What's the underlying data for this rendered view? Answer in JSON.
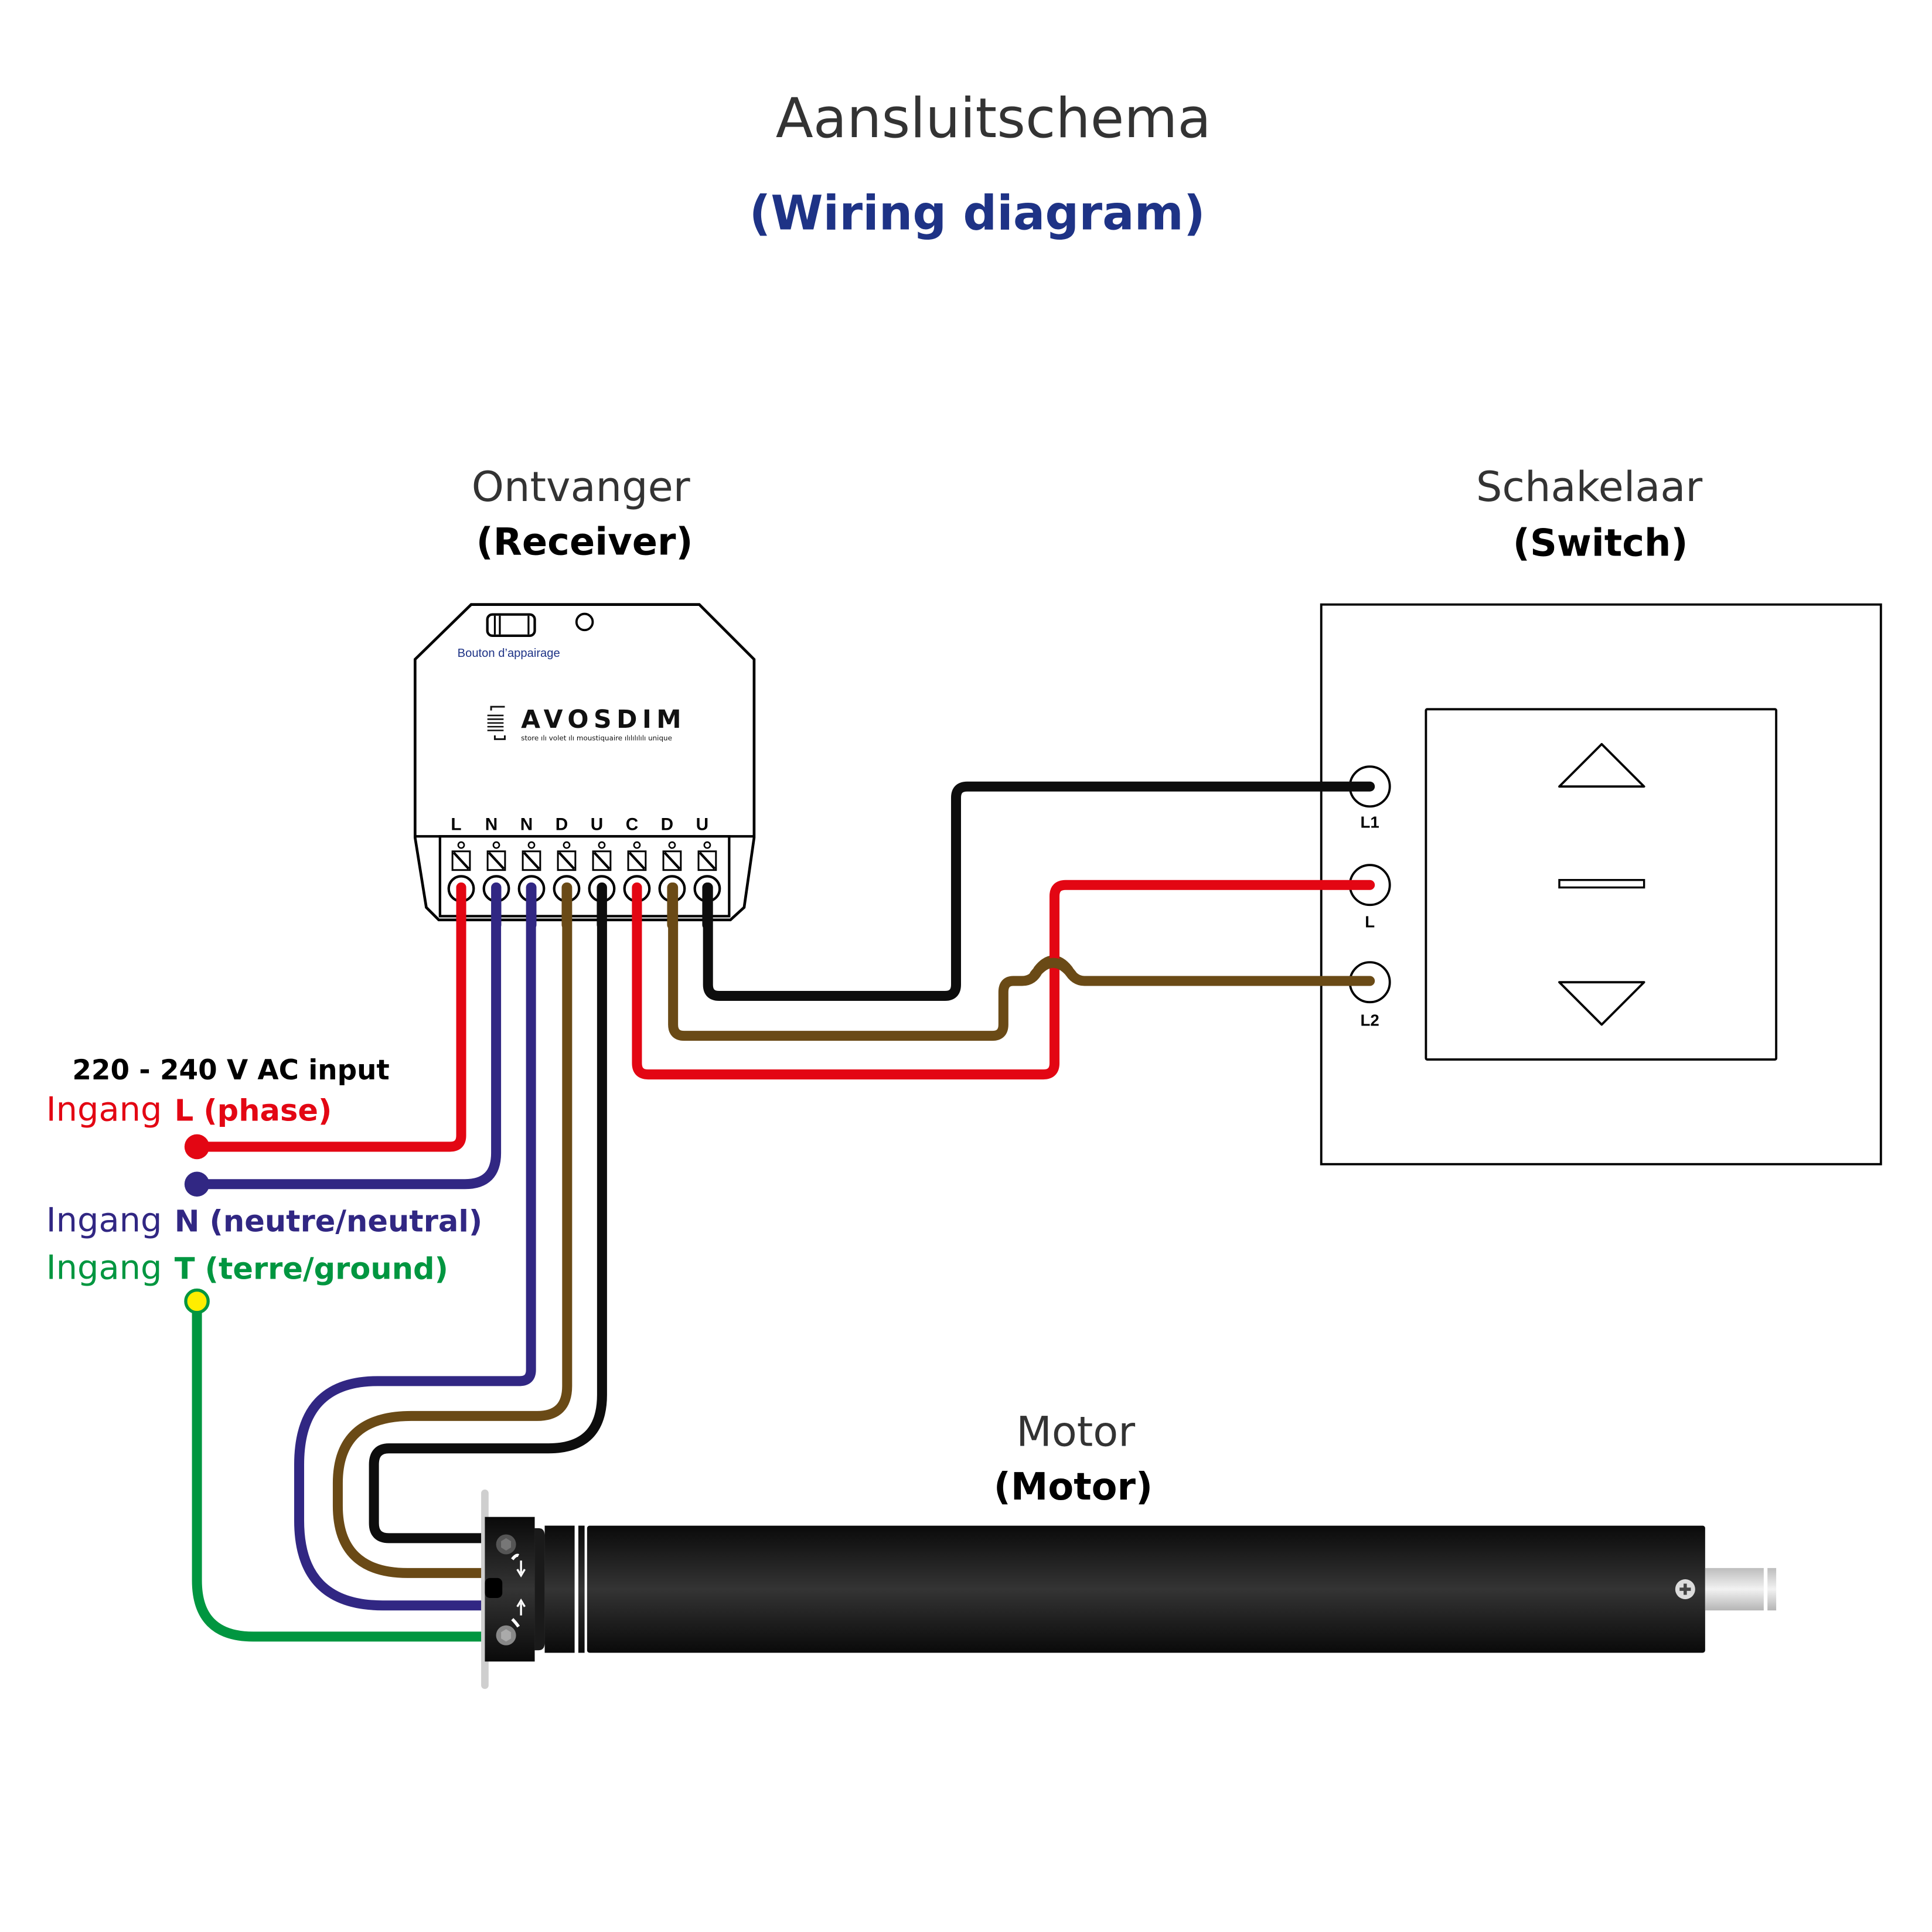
{
  "header": {
    "title": "Aansluitschema",
    "subtitle": "(Wiring diagram)"
  },
  "colors": {
    "title": "#333333",
    "subtitle": "#1E3386",
    "wire_phase": "#E30613",
    "wire_neutral": "#312783",
    "wire_brown": "#6A4A16",
    "wire_black": "#0D0D0D",
    "wire_ground": "#009640",
    "ground_terminal": "#FFED00"
  },
  "receiver": {
    "label": "Ontvanger",
    "sublabel": "(Receiver)",
    "pairing_button_label": "Bouton d’appairage",
    "brand": "AVOSDIM",
    "brand_tagline": "store ılı volet ılı moustiquaire ılılılılılı unique",
    "terminals": [
      "L",
      "N",
      "N",
      "D",
      "U",
      "C",
      "D",
      "U"
    ]
  },
  "switch": {
    "label": "Schakelaar",
    "sublabel": "(Switch)",
    "terminals": [
      "L1",
      "L",
      "L2"
    ],
    "buttons": [
      "up-arrow",
      "stop-bar",
      "down-arrow"
    ]
  },
  "motor": {
    "label": "Motor",
    "sublabel": "(Motor)"
  },
  "power_input": {
    "voltage": "220 - 240 V AC input",
    "lines": [
      {
        "prefix": "Ingang",
        "code": "L",
        "desc": "(phase)",
        "color": "#E30613"
      },
      {
        "prefix": "Ingang",
        "code": "N",
        "desc": "(neutre/neutral)",
        "color": "#312783"
      },
      {
        "prefix": "Ingang",
        "code": "T",
        "desc": "(terre/ground)",
        "color": "#009640"
      }
    ]
  }
}
